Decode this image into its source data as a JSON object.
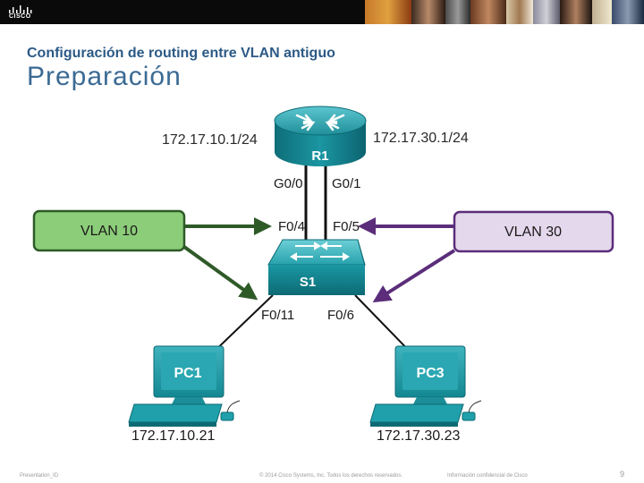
{
  "header": {
    "logo_text": "CISCO"
  },
  "slide": {
    "subtitle": "Configuración de routing entre VLAN antiguo",
    "title": "Preparación"
  },
  "diagram": {
    "router": {
      "name": "R1",
      "ip_left": "172.17.10.1/24",
      "ip_right": "172.17.30.1/24",
      "port_left": "G0/0",
      "port_right": "G0/1"
    },
    "switch": {
      "name": "S1",
      "port_up_left": "F0/4",
      "port_up_right": "F0/5",
      "port_down_left": "F0/11",
      "port_down_right": "F0/6"
    },
    "vlan_left": {
      "label": "VLAN 10",
      "color": "#8ccd79",
      "arrow_color": "#2e5a27"
    },
    "vlan_right": {
      "label": "VLAN 30",
      "color": "#e4d8ec",
      "arrow_color": "#5b2d7a"
    },
    "pc_left": {
      "name": "PC1",
      "ip": "172.17.10.21"
    },
    "pc_right": {
      "name": "PC3",
      "ip": "172.17.30.23"
    }
  },
  "footer": {
    "presentation_id": "Presentation_ID",
    "copyright": "© 2014 Cisco Systems, Inc. Todos los derechos reservados.",
    "confidential": "Información confidencial de Cisco",
    "page": "9"
  }
}
